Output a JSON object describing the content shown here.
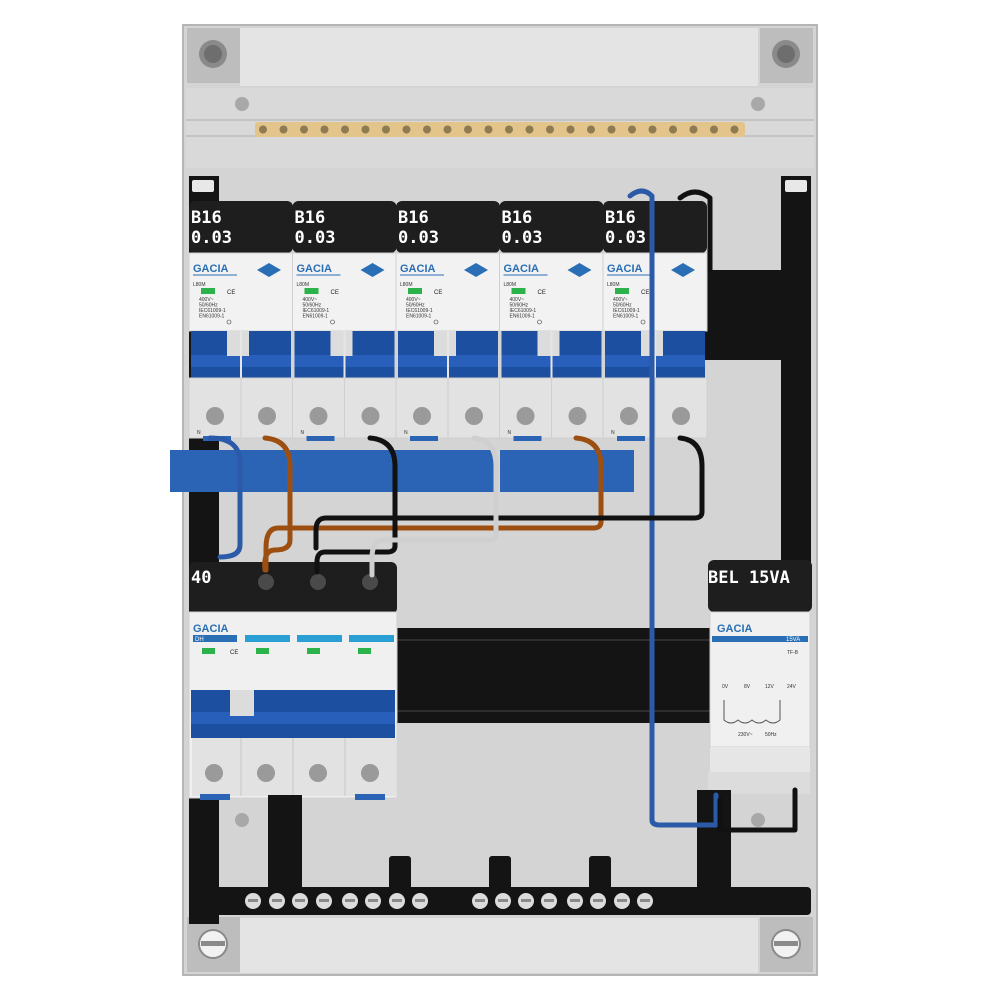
{
  "panel": {
    "rcbo_count": 5,
    "rcbos": [
      {
        "rating": "B16",
        "sensitivity": "0.03",
        "brand": "GACIA",
        "model": "L80M"
      },
      {
        "rating": "B16",
        "sensitivity": "0.03",
        "brand": "GACIA",
        "model": "L80M"
      },
      {
        "rating": "B16",
        "sensitivity": "0.03",
        "brand": "GACIA",
        "model": "L80M"
      },
      {
        "rating": "B16",
        "sensitivity": "0.03",
        "brand": "GACIA",
        "model": "L80M"
      },
      {
        "rating": "B16",
        "sensitivity": "0.03",
        "brand": "GACIA",
        "model": "L80M"
      }
    ],
    "main_switch": {
      "rating": "40",
      "brand": "GACIA",
      "type_badge": "DH"
    },
    "transformer": {
      "label": "BEL 15VA",
      "brand": "GACIA",
      "rating": "15VA",
      "model": "TF-B",
      "taps": [
        "0V",
        "8V",
        "12V",
        "24V"
      ],
      "input": "230V~",
      "freq": "50Hz"
    },
    "neutral_mark": "N",
    "spec_lines": [
      "400V~",
      "50/60Hz",
      "IEC61009-1",
      "EN61009-1"
    ],
    "ce_mark": "CE"
  }
}
